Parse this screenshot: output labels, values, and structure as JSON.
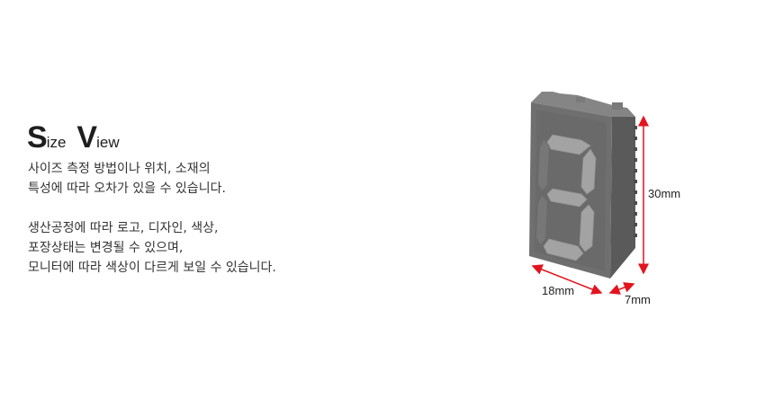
{
  "title": {
    "word1_initial": "S",
    "word1_rest": "ize",
    "word2_initial": "V",
    "word2_rest": "iew"
  },
  "description": {
    "paragraph1": [
      "사이즈 측정 방법이나 위치, 소재의",
      "특성에 따라 오차가 있을 수 있습니다."
    ],
    "paragraph2": [
      "생산공정에 따라 로고, 디자인, 색상,",
      "포장상태는 변경될 수 있으며,",
      "모니터에 따라 색상이 다르게 보일 수 있습니다."
    ]
  },
  "product": {
    "icon": "seven-segment-display-icon",
    "displayed_digit": "3",
    "colors": {
      "body": "#6f6f6f",
      "segment": "#a3a3a3",
      "dimension_line": "#e2141e"
    }
  },
  "dimensions": {
    "height": "30mm",
    "width": "18mm",
    "depth": "7mm"
  }
}
